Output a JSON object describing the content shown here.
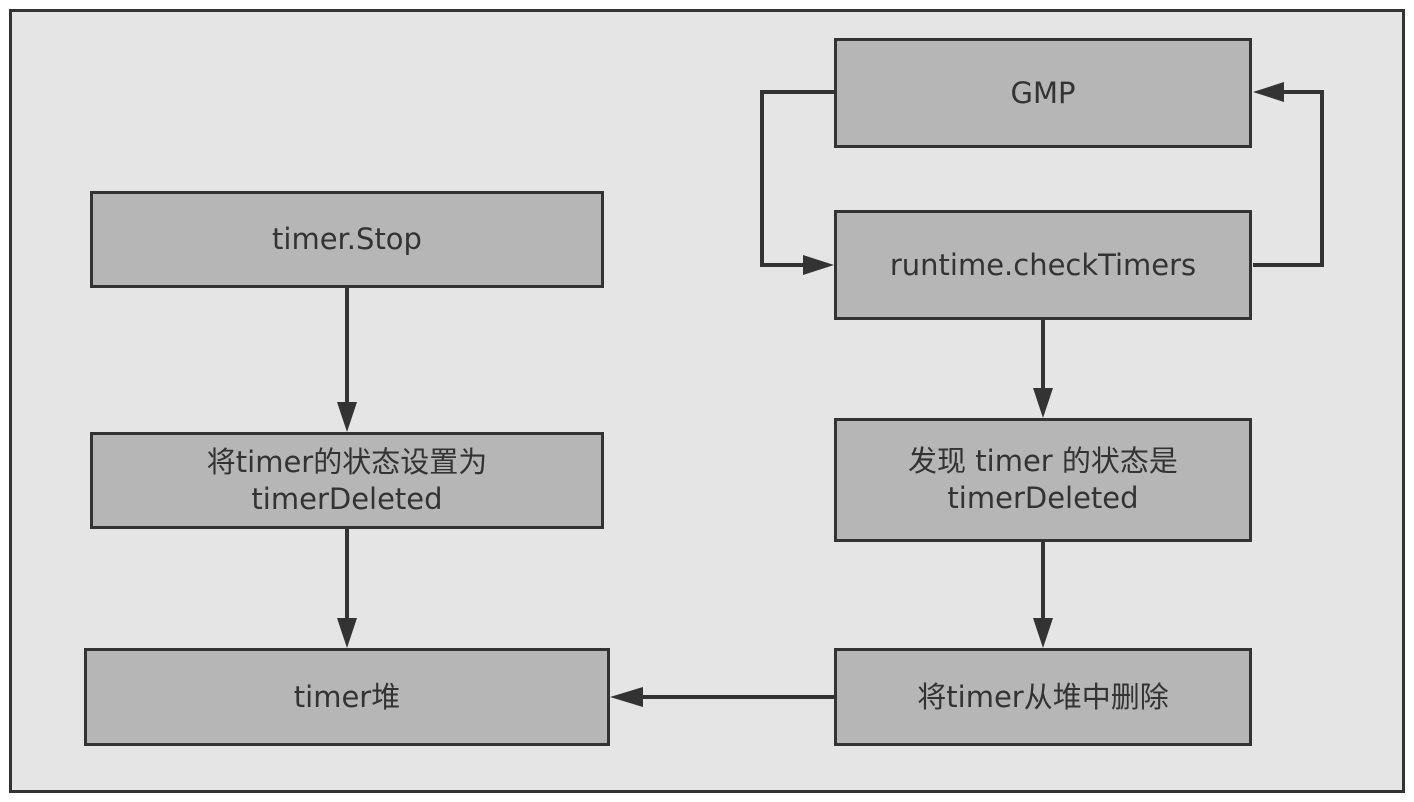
{
  "colors": {
    "background": "#e5e5e5",
    "node_fill": "#b6b6b6",
    "stroke": "#333333",
    "text": "#333333"
  },
  "nodes": {
    "timer_stop": "timer.Stop",
    "set_state": "将timer的状态设置为\ntimerDeleted",
    "timer_heap": "timer堆",
    "gmp": "GMP",
    "check_timers": "runtime.checkTimers",
    "found_state": "发现 timer 的状态是\ntimerDeleted",
    "remove_from_heap": "将timer从堆中删除"
  },
  "edges": [
    {
      "from": "timer_stop",
      "to": "set_state"
    },
    {
      "from": "set_state",
      "to": "timer_heap"
    },
    {
      "from": "gmp",
      "to": "check_timers"
    },
    {
      "from": "check_timers",
      "to": "gmp"
    },
    {
      "from": "check_timers",
      "to": "found_state"
    },
    {
      "from": "found_state",
      "to": "remove_from_heap"
    },
    {
      "from": "remove_from_heap",
      "to": "timer_heap"
    }
  ]
}
